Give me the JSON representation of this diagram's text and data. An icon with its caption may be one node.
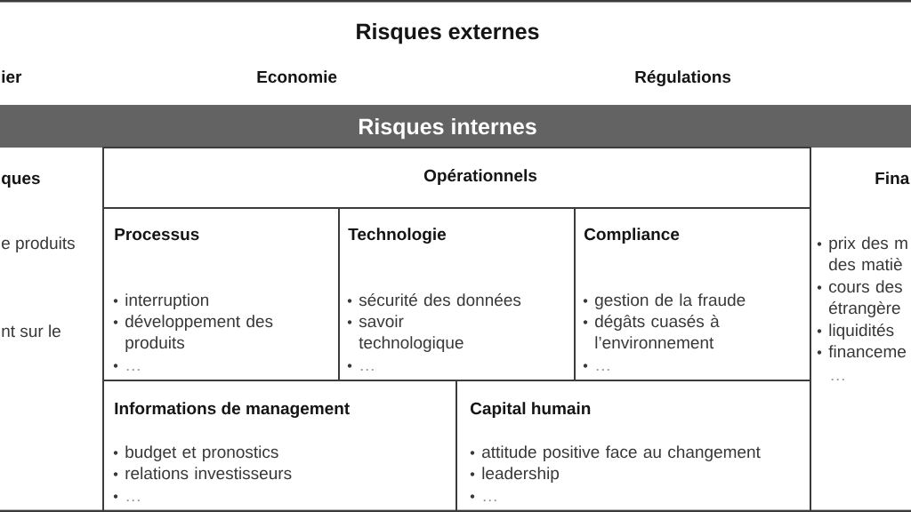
{
  "diagram": {
    "nodes": [
      {
        "text": [
          "Risques externes",
          "ier",
          "Economie",
          "Régulations"
        ]
      },
      {
        "text": [
          "Risques internes"
        ]
      },
      {
        "text": [
          "ques",
          "e produits",
          "nt sur le"
        ],
        "in": 1
      },
      {
        "text": [
          "Opérationnels"
        ],
        "in": 1
      },
      {
        "text": [
          "Processus",
          "interruption",
          "développement des produits",
          "…"
        ],
        "in": 3
      },
      {
        "text": [
          "Technologie",
          "sécurité des données",
          "savoir technologique",
          "…"
        ],
        "in": 3
      },
      {
        "text": [
          "Compliance",
          "gestion de la fraude",
          "dégâts cuasés à l’environnement",
          "…"
        ],
        "in": 3
      },
      {
        "text": [
          "Informations de management",
          "budget et pronostics",
          "relations investisseurs",
          "…"
        ],
        "in": 3
      },
      {
        "text": [
          "Capital humain",
          "attitude positive face au changement",
          "leadership",
          "…"
        ],
        "in": 3
      },
      {
        "text": [
          "Fina",
          "prix des m des matiè",
          "cours des étrangère",
          "liquidités",
          "financeme",
          "…"
        ],
        "in": 1
      }
    ]
  }
}
